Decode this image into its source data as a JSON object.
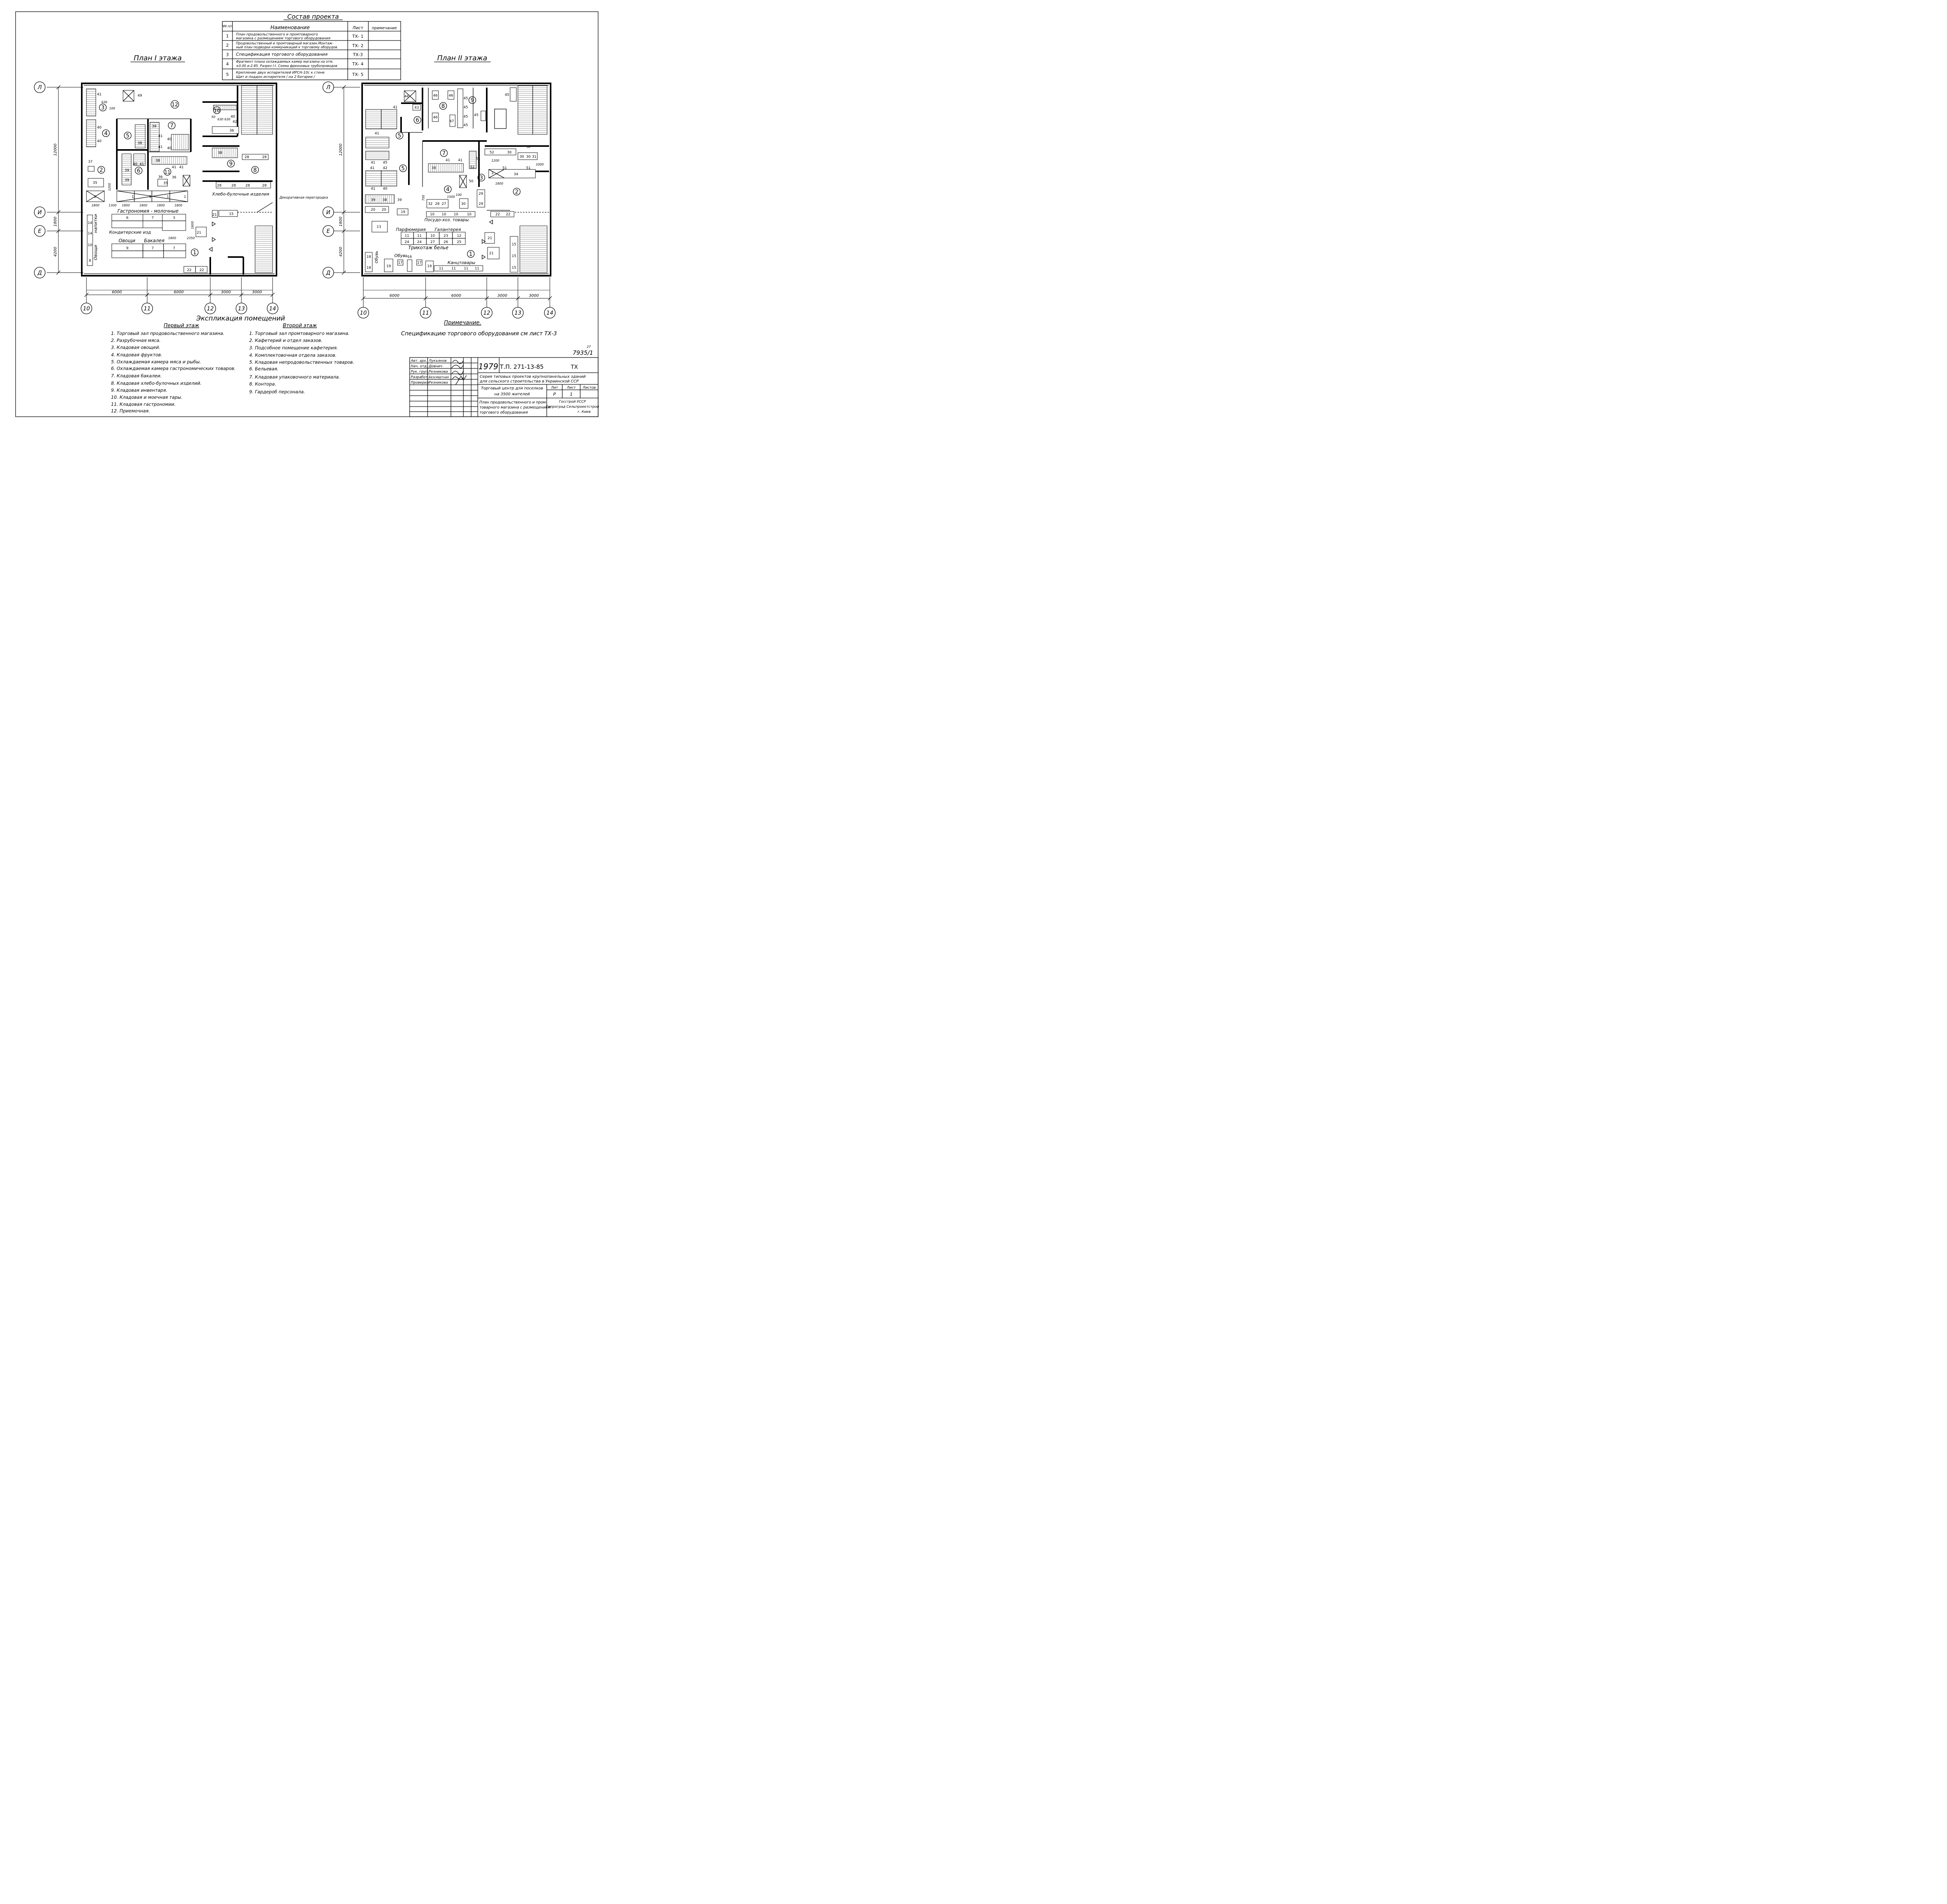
{
  "composition": {
    "title": "Состав проекта",
    "headers": [
      "NN п/п",
      "Наименование",
      "Лист",
      "примечание"
    ],
    "rows": [
      {
        "n": "1",
        "name1": "План продовольственного и промтоварного",
        "name2": "магазина с размещением торгового оборудования",
        "sheet": "ТХ- 1"
      },
      {
        "n": "2",
        "name1": "Продовольственный и промтоварный магазин.Монтаж-",
        "name2": "ный план подводки коммуникаций к торговому оборудов.",
        "sheet": "ТХ- 2"
      },
      {
        "n": "3",
        "name1": "Спецификация торгового оборудования",
        "name2": "",
        "sheet": "ТХ-3"
      },
      {
        "n": "4",
        "name1": "Фрагмент плана охлаждаемых камер магазина на отм.",
        "name2": "±0.00 и-2.85. Разрез I-I. Схема фреоновых трубопроводов",
        "sheet": "ТХ- 4"
      },
      {
        "n": "5",
        "name1": "Крепление двух испарителей ИРСН-10с к стене",
        "name2": "Щит и поддон испарителя / на 2 батареи /",
        "sheet": "ТХ- 5"
      }
    ]
  },
  "plans": {
    "first_title": "План I этажа",
    "second_title": "План II этажа",
    "row_axes": [
      "Л",
      "И",
      "Е",
      "Д"
    ],
    "col_axes": [
      "10",
      "11",
      "12",
      "13",
      "14"
    ],
    "dims_vertical": [
      "12000",
      "1800",
      "4200"
    ],
    "dims_horizontal": [
      "6000",
      "6000",
      "3000",
      "3000"
    ]
  },
  "first_floor_labels": {
    "gastronomy": "Гастрономия - молочные",
    "confectionery": "Кондитерские изд",
    "vegetables": "Овощи",
    "grocery": "Бакалея",
    "drinks": "напитки",
    "vegetables_v": "Овощи",
    "bread": "Хлебо-булочные изделия",
    "partition": "Декоративная перегородка",
    "dims": [
      "1800",
      "1300",
      "1800",
      "1800",
      "1800",
      "1800",
      "1800",
      "2350",
      "1600",
      "630",
      "100",
      "50",
      "630",
      "630",
      "1200"
    ]
  },
  "second_floor_labels": {
    "perfume": "Парфюмерия",
    "haberdashery": "Галантерея",
    "knitwear": "Трикотаж белье",
    "household": "Посудо-хоз. товары",
    "shoes": "Обувь",
    "shoes_v": "Обувь",
    "stationery": "Канцтовары",
    "dims": [
      "1200",
      "1800",
      "1500",
      "100",
      "750",
      "1000",
      "50"
    ]
  },
  "explication": {
    "title": "Экспликация помещений",
    "first_title": "Первый этаж",
    "second_title": "Второй этаж",
    "first": [
      "1. Торговый зал продовольственного магазина.",
      "2. Разрубочная мяса.",
      "3. Кладовая овощей.",
      "4. Кладовая фруктов.",
      "5. Охлаждаемая камера мяса и рыбы.",
      "6. Охлаждаемая камера гастрономических товаров.",
      "7. Кладовая бакалеи.",
      "8. Кладовая хлебо-булочных изделий.",
      "9. Кладовая инвентаря.",
      "10. Кладовая и моечная тары.",
      "11. Кладовая гастрономии.",
      "12. Приемочная."
    ],
    "second": [
      "1. Торговый зал промтоварного магазина.",
      "2. Кафетерий и отдел заказов.",
      "3. Подсобное помещение кафетерия.",
      "4. Комплектовочная отдела заказов.",
      "5. Кладовая непродовольственных товаров.",
      "6. Бельевая.",
      "7. Кладовая упаковочного материала.",
      "8. Контора.",
      "9. Гардероб персонала."
    ]
  },
  "note": {
    "title": "Примечание.",
    "text": "Спецификацию торгового оборудования см лист ТХ-3"
  },
  "stamp": {
    "sheet_number": "7935/1",
    "sheet_page": "27",
    "year": "1979",
    "code": "Т.П. 271-13-85",
    "mark": "ТХ",
    "roles": [
      {
        "role": "Авт. арх.",
        "name": "Лукъянов"
      },
      {
        "role": "Нач. отд.",
        "name": "Довнич"
      },
      {
        "role": "Рук. груп.",
        "name": "Резникова"
      },
      {
        "role": "Разработ.",
        "name": "Безсмертная"
      },
      {
        "role": "Проверил.",
        "name": "Резникова"
      }
    ],
    "series1": "Серия типовых проектов крупнопанельных зданий",
    "series2": "для сельского строительства в Украинской ССР",
    "object1": "Торговый центр для поселков",
    "object2": "на 3500 жителей",
    "stage_h": "Лит",
    "sheet_h": "Лист",
    "sheets_h": "Листов",
    "stage": "Р",
    "sheet": "1",
    "drawing1": "План продовольственного и пром-",
    "drawing2": "товарного магазина с размещением",
    "drawing3": "торгового оборудования",
    "org1": "Госстрой УССР",
    "org2": "Гипроград Сельпроектстрой",
    "org3": "г. Киев"
  }
}
